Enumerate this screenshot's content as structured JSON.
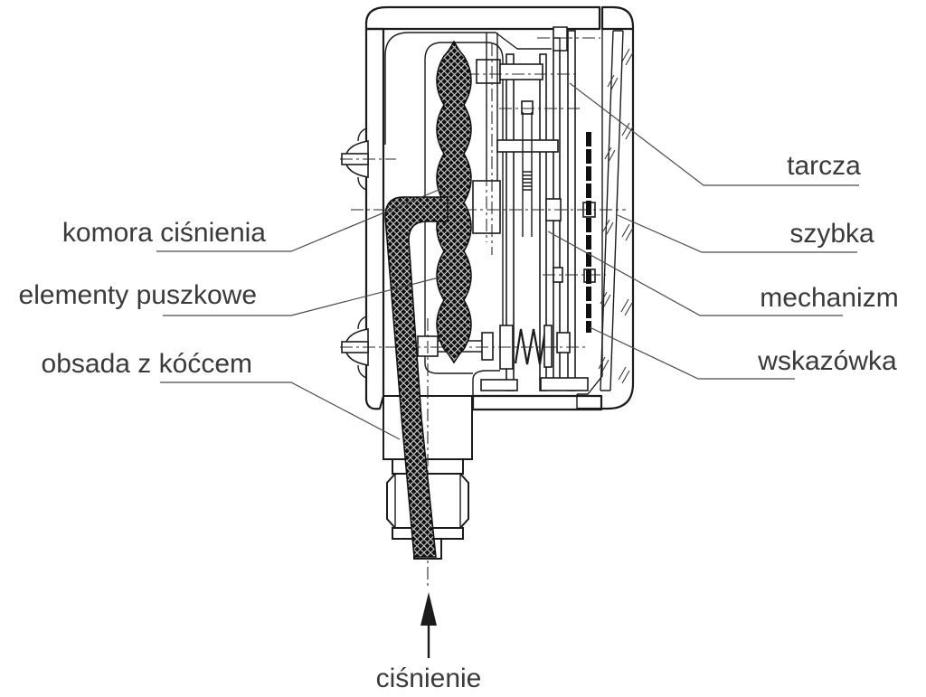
{
  "title": "pressure gauge cross-section diagram",
  "colors": {
    "background": "#ffffff",
    "line": "#1b1b1b",
    "label_text": "#3a3a3a",
    "black_fill": "#111111"
  },
  "labels": {
    "komora": "komora ciśnienia",
    "elementy": "elementy puszkowe",
    "obsada": "obsada z kóćcem",
    "tarcza": "tarcza",
    "szybka": "szybka",
    "mechanizm": "mechanizm",
    "wskazowka": "wskazówka",
    "cisnienie": "ciśnienie"
  }
}
